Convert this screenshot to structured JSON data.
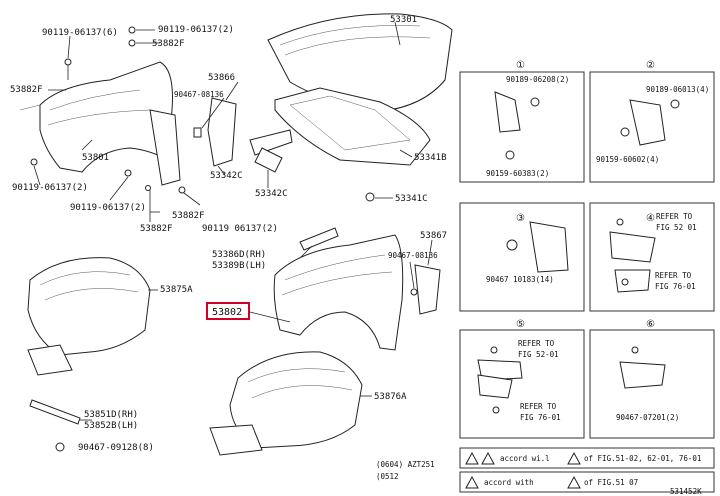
{
  "labels": {
    "p90119_06137_6": "90119-06137(6)",
    "p90119_06137_2_top": "90119-06137(2)",
    "p53882F_top": "53882F",
    "p53882F_left": "53882F",
    "p53801": "53801",
    "p90119_06137_2_left": "90119-06137(2)",
    "p90119_06137_2_bot": "90119-06137(2)",
    "p53882F_mid": "53882F",
    "p53882F_bot": "53882F",
    "p90119_06137_2_r": "90119 06137(2)",
    "p53866": "53866",
    "p90467_08136_a": "90467-08136",
    "p53342C_a": "53342C",
    "p53342C_b": "53342C",
    "p53301": "53301",
    "p53341B": "53341B",
    "p53341C": "53341C",
    "p53875A": "53875A",
    "p53386D": "53386D(RH)",
    "p53389B": "53389B(LH)",
    "p53802": "53802",
    "p53867": "53867",
    "p90467_08136_b": "90467-08136",
    "p53876A": "53876A",
    "p53851D": "53851D(RH)",
    "p53852B": "53852B(LH)",
    "p90467_09128": "90467-09128(8)",
    "p53145ZK": "531452K"
  },
  "panels": {
    "n1": "①",
    "n2": "②",
    "n3": "③",
    "n4": "④",
    "n5": "⑤",
    "n6": "⑥",
    "p1a": "90189-06208(2)",
    "p1b": "90159-60383(2)",
    "p2a": "90189-06013(4)",
    "p2b": "90159-60602(4)",
    "p3a": "90467 10183(14)",
    "p4a1": "REFER TO",
    "p4a2": "FIG 52 01",
    "p4b1": "REFER TO",
    "p4b2": "FIG 76-01",
    "p5a1": "REFER TO",
    "p5a2": "FIG 52-01",
    "p5b1": "REFER TO",
    "p5b2": "FIG 76-01",
    "p6a": "90467-07201(2)"
  },
  "notes": {
    "n1_text": "accord wi.l",
    "n1_ref": "of FIG.51-02, 62-01, 76-01",
    "n2_text": "accord with",
    "n2_ref": "of FIG.51 07",
    "date1": "(0604) AZT251",
    "date2": "(0512"
  }
}
